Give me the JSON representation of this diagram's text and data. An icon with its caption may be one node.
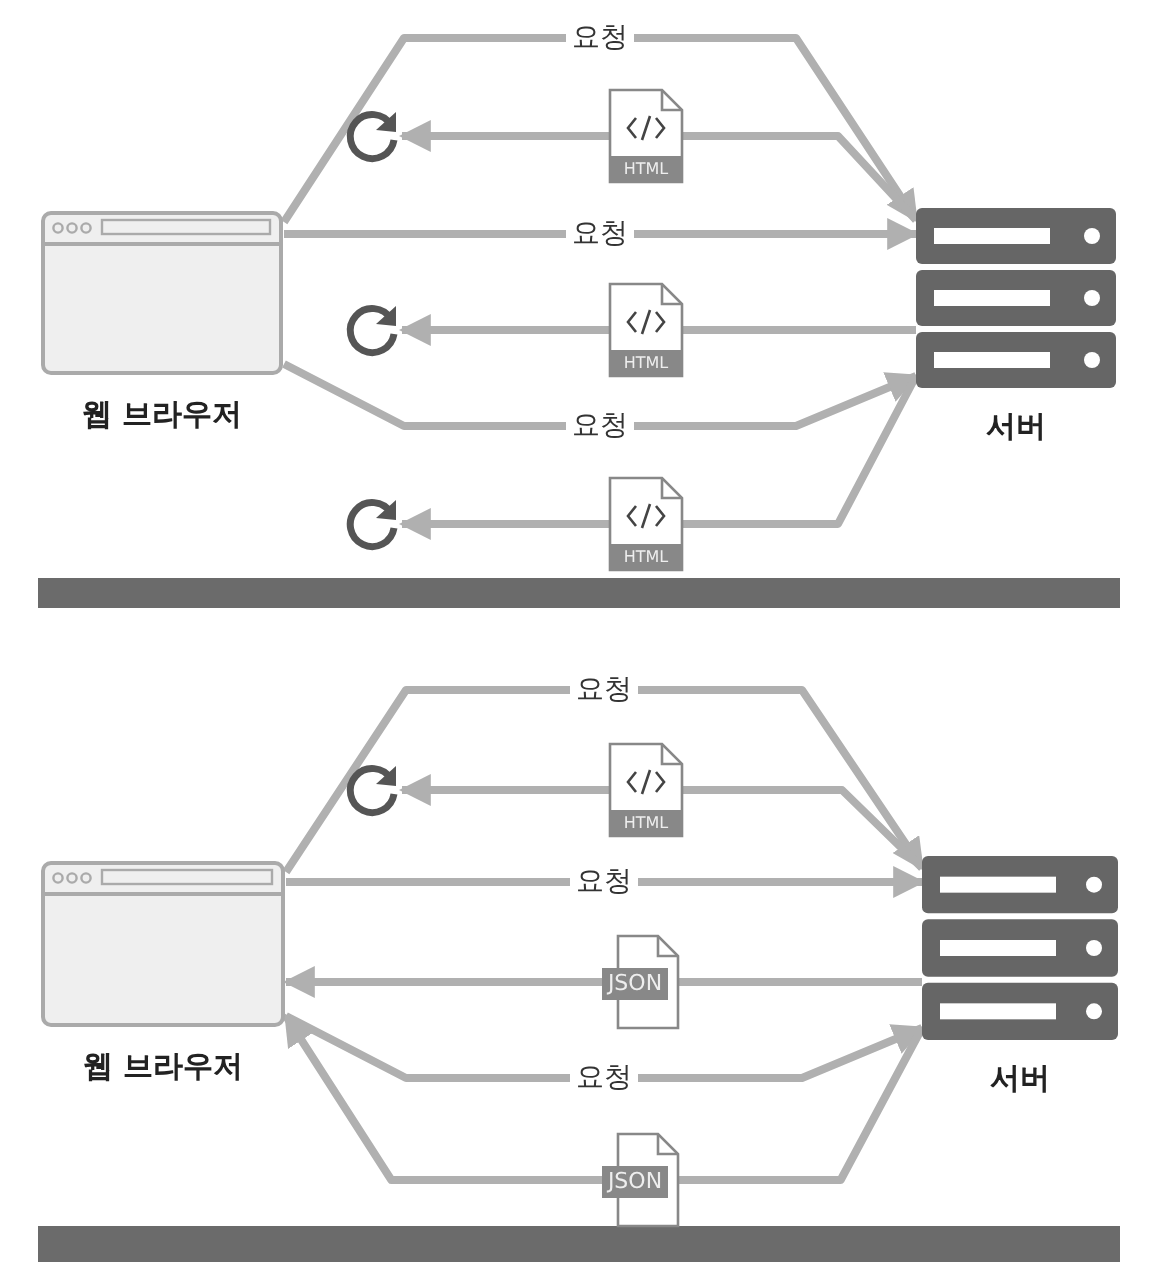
{
  "diagram": {
    "nodes": [
      {
        "text": [
          "웹 브라우저"
        ]
      },
      {
        "text": [
          "서버"
        ]
      },
      {
        "text": [
          "HTML"
        ]
      },
      {
        "text": [],
        "shape": "circle"
      },
      {
        "text": [
          "HTML"
        ]
      },
      {
        "text": [],
        "shape": "circle"
      },
      {
        "text": [
          "HTML"
        ]
      },
      {
        "text": [],
        "shape": "circle"
      },
      {
        "text": [
          "웹 브라우저"
        ]
      },
      {
        "text": [
          "서버"
        ]
      },
      {
        "text": [
          "HTML"
        ]
      },
      {
        "text": [],
        "shape": "circle"
      },
      {
        "text": [
          "JSON"
        ]
      },
      {
        "text": [
          "JSON"
        ]
      }
    ],
    "edges": [
      {
        "from": 0,
        "to": 1,
        "arrow": "to",
        "label": "요청"
      },
      {
        "from": 1,
        "to": 2,
        "arrow": "none"
      },
      {
        "from": 2,
        "to": 3,
        "arrow": "to"
      },
      {
        "from": 0,
        "to": 1,
        "arrow": "to",
        "label": "요청"
      },
      {
        "from": 1,
        "to": 4,
        "arrow": "none"
      },
      {
        "from": 4,
        "to": 5,
        "arrow": "to"
      },
      {
        "from": 0,
        "to": 1,
        "arrow": "to",
        "label": "요청"
      },
      {
        "from": 1,
        "to": 6,
        "arrow": "none"
      },
      {
        "from": 6,
        "to": 7,
        "arrow": "to"
      },
      {
        "from": 8,
        "to": 9,
        "arrow": "to",
        "label": "요청"
      },
      {
        "from": 9,
        "to": 10,
        "arrow": "none"
      },
      {
        "from": 10,
        "to": 11,
        "arrow": "to"
      },
      {
        "from": 8,
        "to": 9,
        "arrow": "to",
        "label": "요청"
      },
      {
        "from": 9,
        "to": 12,
        "arrow": "none"
      },
      {
        "from": 12,
        "to": 8,
        "arrow": "to"
      },
      {
        "from": 8,
        "to": 9,
        "arrow": "to",
        "label": "요청"
      },
      {
        "from": 9,
        "to": 13,
        "arrow": "none"
      },
      {
        "from": 13,
        "to": 8,
        "arrow": "to"
      }
    ]
  }
}
